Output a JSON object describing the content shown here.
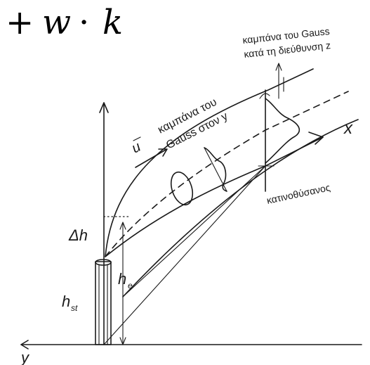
{
  "equation_fragment": {
    "plus": "+",
    "w": "w",
    "dot": "·",
    "k": "k"
  },
  "labels": {
    "gauss_z": [
      "καμπάνα του Gauss",
      "κατά τη διεύθυνση z"
    ],
    "gauss_y": [
      "καμπάνα του",
      "Gauss στον y"
    ],
    "wind": "u",
    "x_axis": "x",
    "plume_centerline": "κατινοθύσανος",
    "delta_h": "Δh",
    "h_e": "h",
    "h_e_sub": "e",
    "h_st": "h",
    "h_st_sub": "st",
    "y_axis": "y"
  },
  "colors": {
    "ink": "#1a1a1a",
    "background": "#ffffff"
  }
}
